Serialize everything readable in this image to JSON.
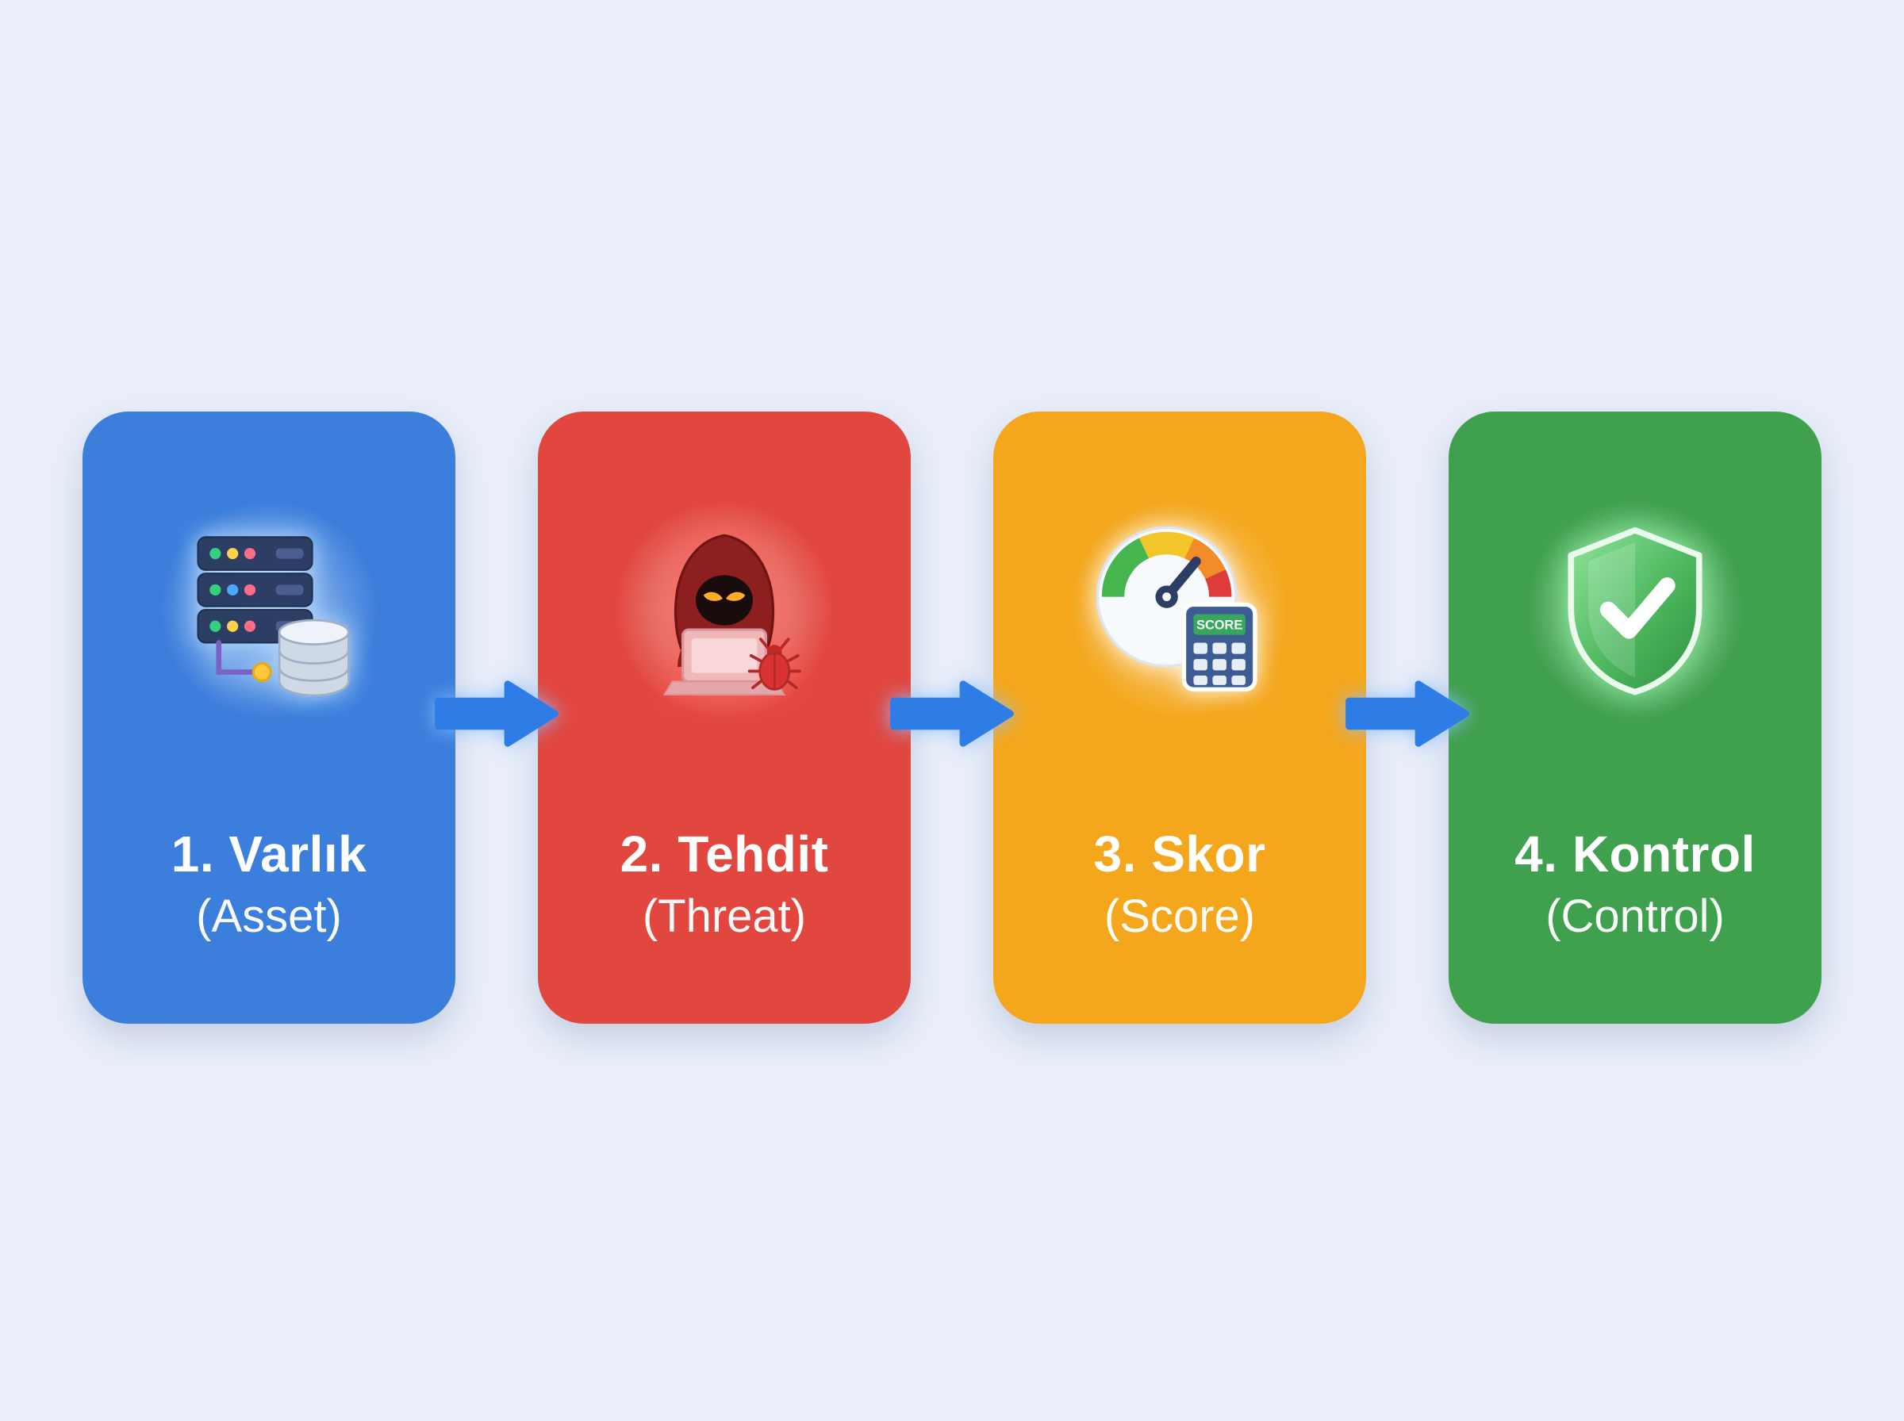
{
  "canvas": {
    "background": "#e9eef9"
  },
  "arrow": {
    "color": "#2e7de6"
  },
  "steps": [
    {
      "title": "1. Varlık",
      "subtitle": "(Asset)",
      "color": "#3b7edc",
      "icon": "server-database-icon"
    },
    {
      "title": "2. Tehdit",
      "subtitle": "(Threat)",
      "color": "#e2473f",
      "icon": "hacker-laptop-bug-icon"
    },
    {
      "title": "3. Skor",
      "subtitle": "(Score)",
      "color": "#f4a71c",
      "icon": "gauge-calculator-icon",
      "calculator_label": "SCORE"
    },
    {
      "title": "4. Kontrol",
      "subtitle": "(Control)",
      "color": "#3fa04d",
      "icon": "shield-check-icon"
    }
  ]
}
